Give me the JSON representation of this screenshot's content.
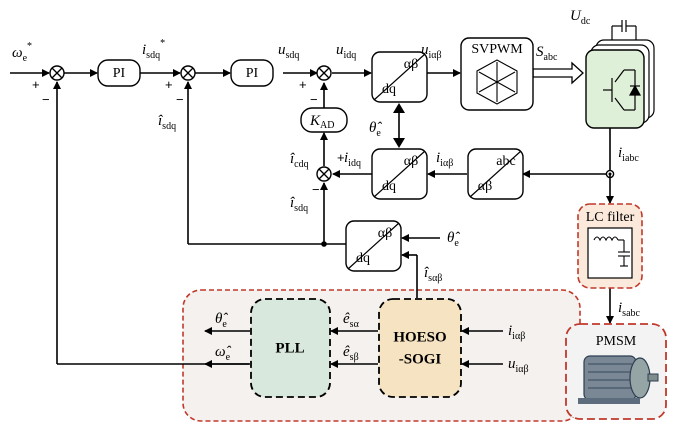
{
  "labels": {
    "omega_ref": "ω",
    "omega_ref_sub": "e",
    "i_sdq_ref": "i",
    "i_sdq_ref_sub": "sdq",
    "i_sdq_fb": "î",
    "i_sdq_fb_sub": "sdq",
    "u_sdq": "u",
    "u_sdq_sub": "sdq",
    "u_idq": "u",
    "u_idq_sub": "idq",
    "u_ialphabeta": "u",
    "u_ialphabeta_sub": "iαβ",
    "s_abc": "S",
    "s_abc_sub": "abc",
    "u_dc": "U",
    "u_dc_sub": "dc",
    "theta_e": "θ̂",
    "theta_e_sub": "e",
    "i_cdq": "î",
    "i_cdq_sub": "cdq",
    "i_idq": "i",
    "i_idq_sub": "idq",
    "i_ialphabeta": "i",
    "i_ialphabeta_sub": "iαβ",
    "i_iabc": "i",
    "i_iabc_sub": "iabc",
    "i_sdq_hat2": "î",
    "i_sdq_hat2_sub": "sdq",
    "theta_e2": "θ̂",
    "theta_e2_sub": "e",
    "i_salphabeta": "î",
    "i_salphabeta_sub": "sαβ",
    "i_sabc": "i",
    "i_sabc_sub": "sabc",
    "theta_pll": "θ̂",
    "theta_pll_sub": "e",
    "omega_pll": "ω̂",
    "omega_pll_sub": "e",
    "e_salpha": "ê",
    "e_salpha_sub": "sα",
    "e_sbeta": "ê",
    "e_sbeta_sub": "sβ",
    "in_i": "i",
    "in_i_sub": "iαβ",
    "in_u": "u",
    "in_u_sub": "iαβ"
  },
  "blocks": {
    "pi1": "PI",
    "pi2": "PI",
    "kad": "K",
    "kad_sub": "AD",
    "ab_top": "αβ",
    "dq_top": "dq",
    "ab_mid": "αβ",
    "dq_mid": "dq",
    "abc_mid": "abc",
    "ab_mid2": "αβ",
    "ab_bot": "αβ",
    "dq_bot": "dq",
    "svpwm": "SVPWM",
    "lc_filter": "LC filter",
    "pmsm": "PMSM",
    "pll": "PLL",
    "hoeso_1": "HOESO",
    "hoeso_2": "-SOGI"
  },
  "signs": {
    "sum1_plus": "+",
    "sum1_minus": "−",
    "sum2_plus": "+",
    "sum2_minus": "−",
    "sum3_plus": "+",
    "sum3_minus": "−",
    "sum4_plus": "+",
    "sum4_minus": "−"
  },
  "colors": {
    "pll_fill": "#d8e8dc",
    "hoeso_fill": "#f6e3c2",
    "observer_region_fill": "#f4f1ee",
    "observer_region_border": "#c0392b",
    "lc_fill": "#fbeadb",
    "lc_border": "#c0392b",
    "pmsm_fill": "#f3f3f3",
    "pmsm_border": "#c0392b",
    "inverter_fill": "#dff0d8"
  }
}
